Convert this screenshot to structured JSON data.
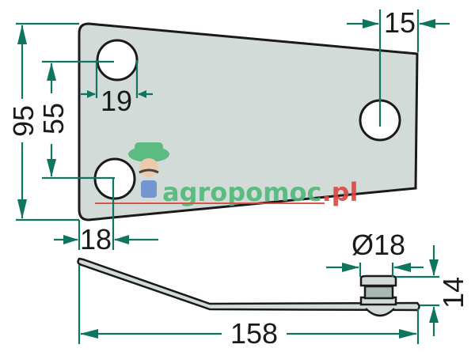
{
  "drawing": {
    "dimensions": {
      "overall_height": "95",
      "hole_spacing": "55",
      "hole_width": "19",
      "right_hole_offset": "15",
      "hole_edge_offset": "18",
      "bolt_diameter": "Ø18",
      "bolt_height": "14",
      "overall_length": "158"
    },
    "watermark": {
      "text_main": "agropomoc",
      "text_suffix": ".pl"
    },
    "colors": {
      "dimension": "#0f7560",
      "plate": "#d3dbd8",
      "outline": "#1a1a1a"
    }
  }
}
